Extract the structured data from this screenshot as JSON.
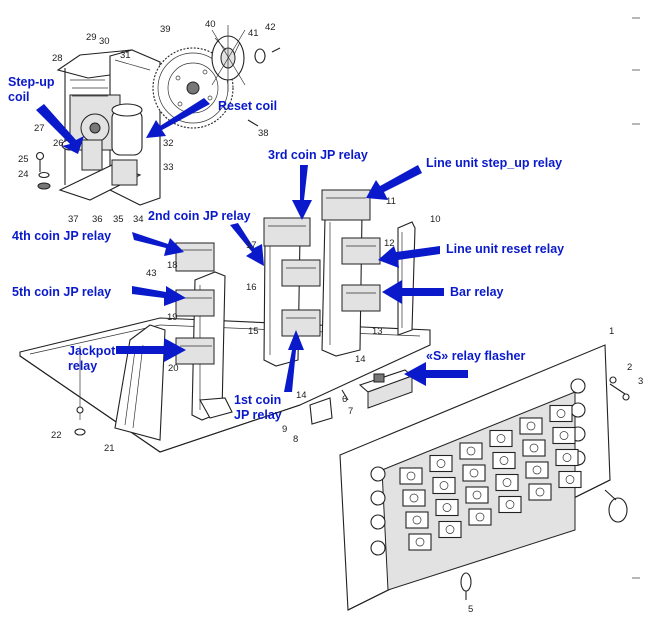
{
  "labels": {
    "step_up_coil_1": "Step-up",
    "step_up_coil_2": "coil",
    "reset_coil": "Reset coil",
    "third_coin": "3rd coin JP relay",
    "line_step_up": "Line unit step_up relay",
    "second_coin": "2nd coin JP relay",
    "fourth_coin": "4th coin JP relay",
    "line_reset": "Line unit reset relay",
    "fifth_coin": "5th coin JP relay",
    "bar_relay": "Bar relay",
    "jackpot_1": "Jackpot",
    "jackpot_2": "relay",
    "s_flasher": "«S» relay flasher",
    "first_coin_1": "1st coin",
    "first_coin_2": "JP relay"
  },
  "part_numbers": [
    "1",
    "2",
    "3",
    "5",
    "6",
    "7",
    "8",
    "9",
    "10",
    "11",
    "12",
    "13",
    "14",
    "14",
    "15",
    "16",
    "17",
    "18",
    "19",
    "20",
    "21",
    "22",
    "24",
    "25",
    "26",
    "27",
    "28",
    "29",
    "30",
    "31",
    "32",
    "33",
    "34",
    "35",
    "36",
    "37",
    "38",
    "39",
    "40",
    "41",
    "42",
    "43"
  ],
  "colors": {
    "annotation_blue": "#0a1acb",
    "line_art": "#222222"
  }
}
